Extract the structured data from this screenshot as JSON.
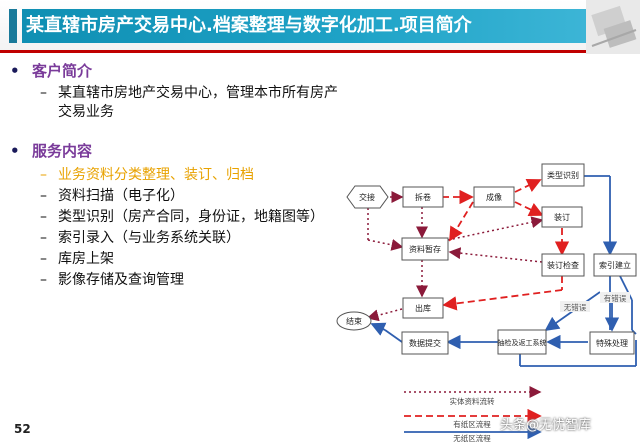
{
  "slide": {
    "title": "某直辖市房产交易中心.档案整理与数字化加工.项目简介",
    "page_number": "52",
    "colors": {
      "title_bg": "#1fa3c7",
      "rule": "#c00000",
      "heading": "#7a3b9a",
      "highlight": "#e8a200"
    }
  },
  "sections": [
    {
      "heading": "客户简介",
      "bullet": "•",
      "items": [
        {
          "text": "某直辖市房地产交易中心，管理本市所有房产",
          "continuation": "交易业务",
          "highlight": false
        }
      ]
    },
    {
      "heading": "服务内容",
      "bullet": "•",
      "items": [
        {
          "text": "业务资料分类整理、装订、归档",
          "highlight": true
        },
        {
          "text": "资料扫描（电子化）",
          "highlight": false
        },
        {
          "text": "类型识别（房产合同，身份证，地籍图等）",
          "highlight": false
        },
        {
          "text": "索引录入（与业务系统关联）",
          "highlight": false
        },
        {
          "text": "库房上架",
          "highlight": false
        },
        {
          "text": "影像存储及查询管理",
          "highlight": false
        }
      ]
    }
  ],
  "diagram": {
    "nodes": {
      "jiaojie": "交接",
      "chaijuan": "拆卷",
      "chengxiang": "成像",
      "leixing": "类型识别",
      "zhuangding": "装订",
      "zancun": "资料暂存",
      "zhuangding_check": "装订检查",
      "suoyin": "索引建立",
      "chuku": "出库",
      "jieshu": "结束",
      "shuju": "数据提交",
      "choujian": "抽检及返工系统",
      "teshu": "特殊处理"
    },
    "edge_labels": {
      "no_error": "无错误",
      "has_error": "有错误"
    },
    "legend": {
      "entity": "实体资料流转",
      "paper": "有纸区流程",
      "paperless": "无纸区流程"
    },
    "colors": {
      "entity": "#8b1a3a",
      "paper": "#e02020",
      "paperless": "#2f5fb0"
    }
  },
  "watermark": {
    "text": "头条@无忧智库"
  }
}
